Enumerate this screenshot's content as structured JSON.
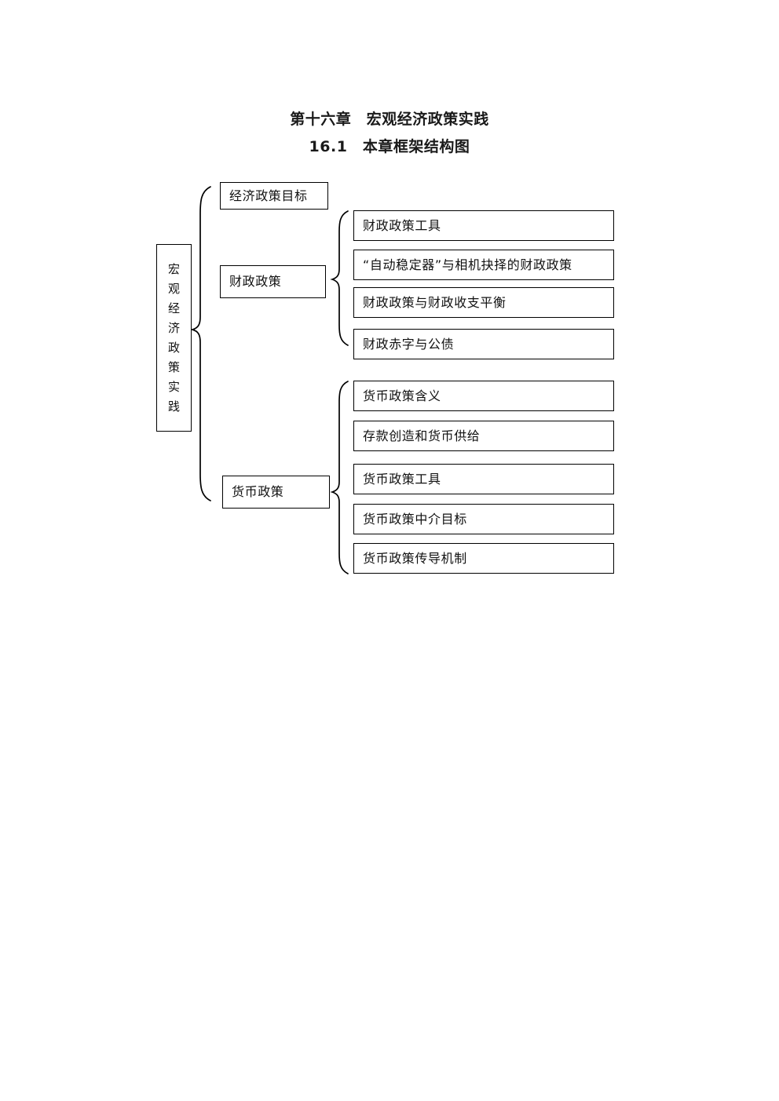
{
  "page": {
    "title": "第十六章　宏观经济政策实践",
    "subtitle": "16.1　本章框架结构图",
    "background_color": "#ffffff",
    "line_color": "#000000",
    "text_color": "#111111"
  },
  "diagram": {
    "type": "tree-bracket-diagram",
    "root": {
      "label": "宏观经济政策实践",
      "orientation": "vertical",
      "characters": [
        "宏",
        "观",
        "经",
        "济",
        "政",
        "策",
        "实",
        "践"
      ]
    },
    "branches": [
      {
        "label": "经济政策目标",
        "children": []
      },
      {
        "label": "财政政策",
        "children": [
          "财政政策工具",
          "“自动稳定器”与相机抉择的财政政策",
          "财政政策与财政收支平衡",
          "财政赤字与公债"
        ]
      },
      {
        "label": "货币政策",
        "children": [
          "货币政策含义",
          "存款创造和货币供给",
          "货币政策工具",
          "货币政策中介目标",
          "货币政策传导机制"
        ]
      }
    ]
  }
}
